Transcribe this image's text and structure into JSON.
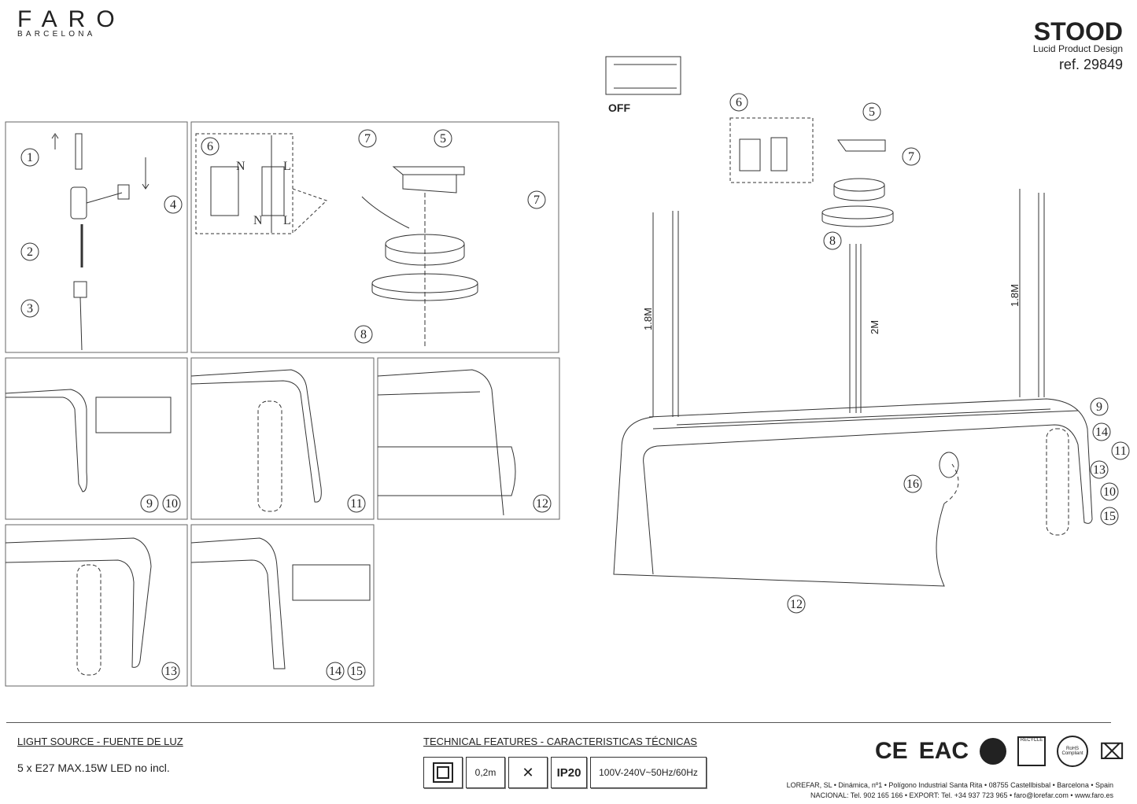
{
  "logo": {
    "main": "FARO",
    "sub": "BARCELONA"
  },
  "header": {
    "product": "STOOD",
    "designer": "Lucid Product Design",
    "ref": "ref. 29849"
  },
  "switch_label": "OFF",
  "wiring": {
    "n": "N",
    "l": "L"
  },
  "panel_steps": {
    "p1": [
      "1",
      "2",
      "3",
      "4"
    ],
    "p2": [
      "6",
      "7",
      "5",
      "7",
      "8"
    ],
    "p3": [
      "9",
      "10"
    ],
    "p4": [
      "11"
    ],
    "p5": [
      "12"
    ],
    "p6": [
      "13"
    ],
    "p7": [
      "14",
      "15"
    ]
  },
  "main_steps": [
    "6",
    "5",
    "7",
    "8",
    "9",
    "14",
    "11",
    "13",
    "10",
    "15",
    "16",
    "12"
  ],
  "dimensions": {
    "left": "1.8M",
    "center": "2M",
    "right": "1.8M"
  },
  "footer": {
    "light_source_heading": "LIGHT SOURCE - FUENTE DE LUZ",
    "light_source_value": "5 x E27 MAX.15W LED no incl.",
    "technical_heading": "TECHNICAL FEATURES - CARACTERISTICAS TÉCNICAS",
    "distance": "0,2m",
    "ip": "IP20",
    "voltage": "100V-240V~50Hz/60Hz",
    "cert_ce": "CE",
    "cert_eac": "EAC",
    "recycle": "RECYCLE",
    "rohs": "RoHS Compliant",
    "address_line1": "LOREFAR, SL • Dinámica, nº1 • Polígono Industrial Santa Rita • 08755 Castellbisbal • Barcelona • Spain",
    "address_line2": "NACIONAL: Tel. 902 165 166 • EXPORT: Tel. +34 937 723 965 • faro@lorefar.com • www.faro.es"
  }
}
